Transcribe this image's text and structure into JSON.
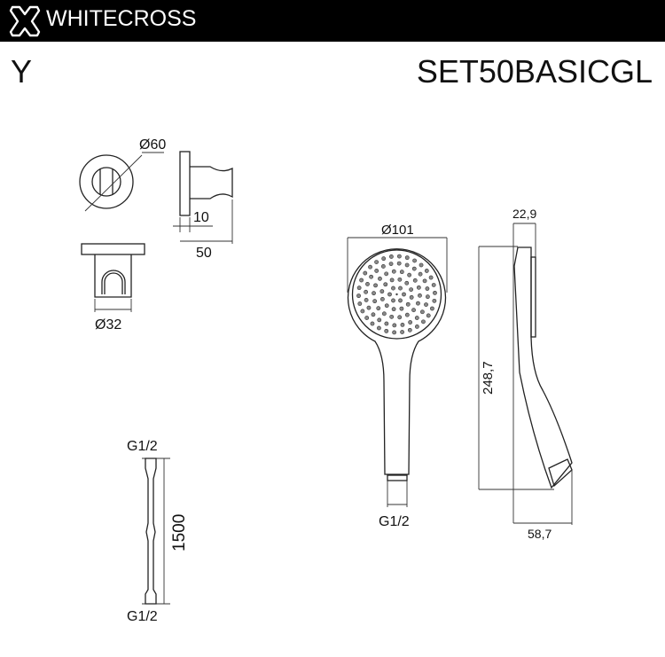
{
  "header": {
    "brand": "WHITECROSS",
    "logo_icon": "cross-logo-icon",
    "background": "#000000"
  },
  "variant": "Y",
  "model": "SET50BASICGL",
  "dimensions": {
    "holder_diameter": "Ø60",
    "holder_depth_base": "10",
    "holder_depth": "50",
    "holder_clip_diameter": "Ø32",
    "head_diameter": "Ø101",
    "head_thread": "G1/2",
    "head_thickness": "22,9",
    "head_length": "248,7",
    "head_depth": "58,7",
    "hose_thread_top": "G1/2",
    "hose_length": "1500",
    "hose_thread_bottom": "G1/2"
  }
}
